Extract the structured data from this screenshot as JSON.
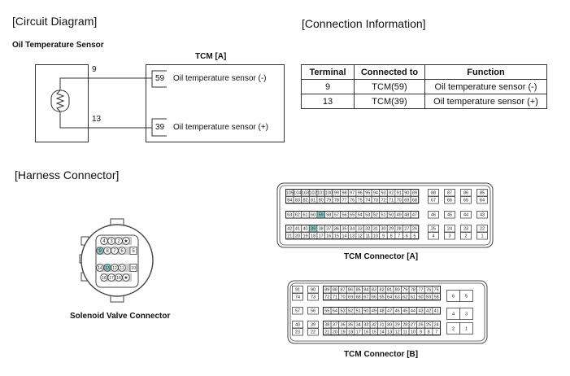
{
  "circuit": {
    "section_title": "[Circuit Diagram]",
    "sensor_title": "Oil Temperature Sensor",
    "tcm_title": "TCM [A]",
    "sensor_pins": [
      {
        "pin": "9"
      },
      {
        "pin": "13"
      }
    ],
    "tcm_pins": [
      {
        "pin": "59",
        "label": "Oil temperature sensor (-)"
      },
      {
        "pin": "39",
        "label": "Oil temperature sensor (+)"
      }
    ],
    "sensor_symbol": "thermistor-icon"
  },
  "connection": {
    "section_title": "[Connection Information]",
    "headers": [
      "Terminal",
      "Connected to",
      "Function"
    ],
    "rows": [
      [
        "9",
        "TCM(59)",
        "Oil temperature sensor (-)"
      ],
      [
        "13",
        "TCM(39)",
        "Oil temperature sensor (+)"
      ]
    ]
  },
  "harness": {
    "section_title": "[Harness Connector]",
    "solenoid": {
      "caption": "Solenoid Valve Connector",
      "highlight_color": "#8cc7c4",
      "rows": [
        [
          "4",
          "3",
          "2",
          "*"
        ],
        [
          "9",
          "8",
          "7",
          "6",
          "5"
        ],
        [
          "14",
          "13",
          "12",
          "11",
          "10"
        ],
        [
          "18",
          "17",
          "16",
          "*"
        ]
      ],
      "highlighted": [
        "9",
        "13"
      ]
    },
    "tcm_a": {
      "caption": "TCM Connector [A]",
      "highlighted": [
        "59",
        "39"
      ],
      "main_rows": [
        [
          "105",
          "104",
          "103",
          "102",
          "101",
          "100",
          "99",
          "98",
          "97",
          "96",
          "95",
          "94",
          "93",
          "92",
          "91",
          "90",
          "89"
        ],
        [
          "84",
          "83",
          "82",
          "81",
          "80",
          "79",
          "78",
          "77",
          "76",
          "75",
          "74",
          "73",
          "72",
          "71",
          "70",
          "69",
          "68"
        ],
        [
          "63",
          "62",
          "61",
          "60",
          "59",
          "58",
          "57",
          "56",
          "55",
          "54",
          "53",
          "52",
          "51",
          "50",
          "49",
          "48",
          "47"
        ],
        [
          "42",
          "41",
          "40",
          "39",
          "38",
          "37",
          "36",
          "35",
          "34",
          "33",
          "32",
          "31",
          "30",
          "29",
          "28",
          "27",
          "26"
        ],
        [
          "21",
          "20",
          "19",
          "18",
          "17",
          "16",
          "15",
          "14",
          "13",
          "12",
          "11",
          "10",
          "9",
          "8",
          "7",
          "6",
          "5"
        ]
      ],
      "side_top": [
        [
          "88",
          "67"
        ],
        [
          "87",
          "66"
        ],
        [
          "86",
          "65"
        ],
        [
          "85",
          "64"
        ]
      ],
      "side_mid": [
        "46",
        "45",
        "44",
        "43"
      ],
      "side_bot": [
        [
          "25",
          "4"
        ],
        [
          "24",
          "3"
        ],
        [
          "23",
          "2"
        ],
        [
          "22",
          "1"
        ]
      ]
    },
    "tcm_b": {
      "caption": "TCM Connector [B]",
      "left_top": [
        [
          "91",
          "74"
        ],
        [
          "90",
          "73"
        ]
      ],
      "left_mid": [
        "57",
        "56"
      ],
      "left_bot": [
        [
          "40",
          "23"
        ],
        [
          "39",
          "22"
        ]
      ],
      "main_rows": [
        [
          "89",
          "88",
          "87",
          "86",
          "85",
          "84",
          "83",
          "82",
          "81",
          "80",
          "79",
          "78",
          "77",
          "76",
          "75"
        ],
        [
          "72",
          "71",
          "70",
          "69",
          "68",
          "67",
          "66",
          "65",
          "64",
          "63",
          "62",
          "61",
          "60",
          "59",
          "58"
        ],
        [
          "55",
          "54",
          "53",
          "52",
          "51",
          "50",
          "49",
          "48",
          "47",
          "46",
          "45",
          "44",
          "43",
          "42",
          "41"
        ],
        [
          "38",
          "37",
          "36",
          "35",
          "34",
          "33",
          "32",
          "31",
          "30",
          "29",
          "28",
          "27",
          "26",
          "25",
          "24"
        ],
        [
          "21",
          "20",
          "19",
          "18",
          "17",
          "16",
          "15",
          "14",
          "13",
          "12",
          "11",
          "10",
          "9",
          "8",
          "7"
        ]
      ],
      "right": [
        [
          "6",
          "5"
        ],
        [
          "4",
          "3"
        ],
        [
          "2",
          "1"
        ]
      ]
    }
  }
}
